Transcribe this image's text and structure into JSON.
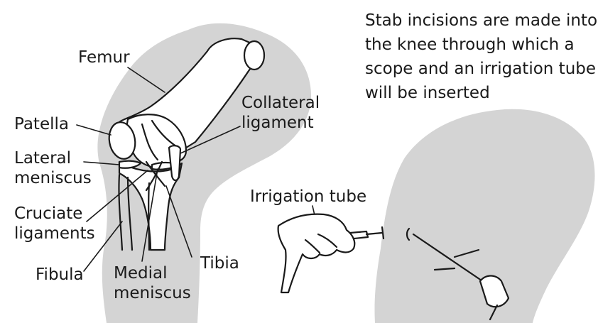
{
  "caption": {
    "line1": "Stab incisions are made into",
    "line2": "the knee through which a",
    "line3": "scope and an irrigation tube",
    "line4": "will be inserted"
  },
  "labels": {
    "femur": "Femur",
    "patella": "Patella",
    "collateral_1": "Collateral",
    "collateral_2": "ligament",
    "lateral_1": "Lateral",
    "lateral_2": "meniscus",
    "cruciate_1": "Cruciate",
    "cruciate_2": "ligaments",
    "fibula": "Fibula",
    "medial_1": "Medial",
    "medial_2": "meniscus",
    "tibia": "Tibia",
    "irrigation_tube": "Irrigation tube"
  },
  "colors": {
    "knee_shade": "#d4d4d4",
    "ink": "#1a1a1a"
  }
}
